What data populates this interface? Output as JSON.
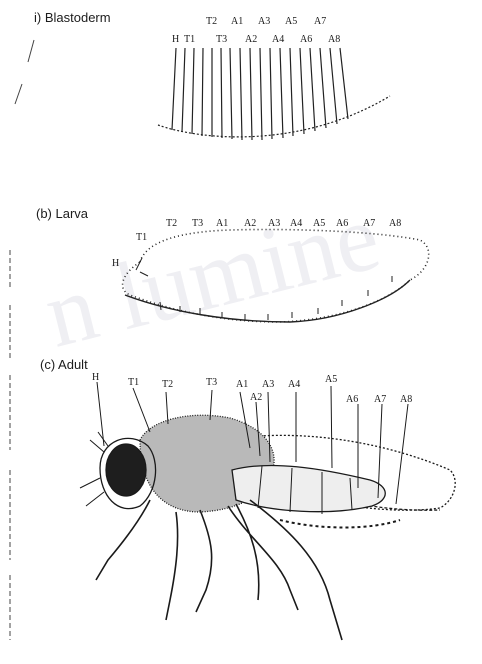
{
  "panels": {
    "blastoderm": {
      "label": "i) Blastoderm",
      "segments": [
        "H",
        "T1",
        "T2",
        "T3",
        "A1",
        "A2",
        "A3",
        "A4",
        "A5",
        "A6",
        "A7",
        "A8"
      ]
    },
    "larva": {
      "label": "(b) Larva",
      "segments": [
        "H",
        "T1",
        "T2",
        "T3",
        "A1",
        "A2",
        "A3",
        "A4",
        "A5",
        "A6",
        "A7",
        "A8"
      ]
    },
    "adult": {
      "label": "(c) Adult",
      "segments": [
        "H",
        "T1",
        "T2",
        "T3",
        "A1",
        "A2",
        "A3",
        "A4",
        "A5",
        "A6",
        "A7",
        "A8"
      ]
    }
  },
  "watermark": "n lumine"
}
